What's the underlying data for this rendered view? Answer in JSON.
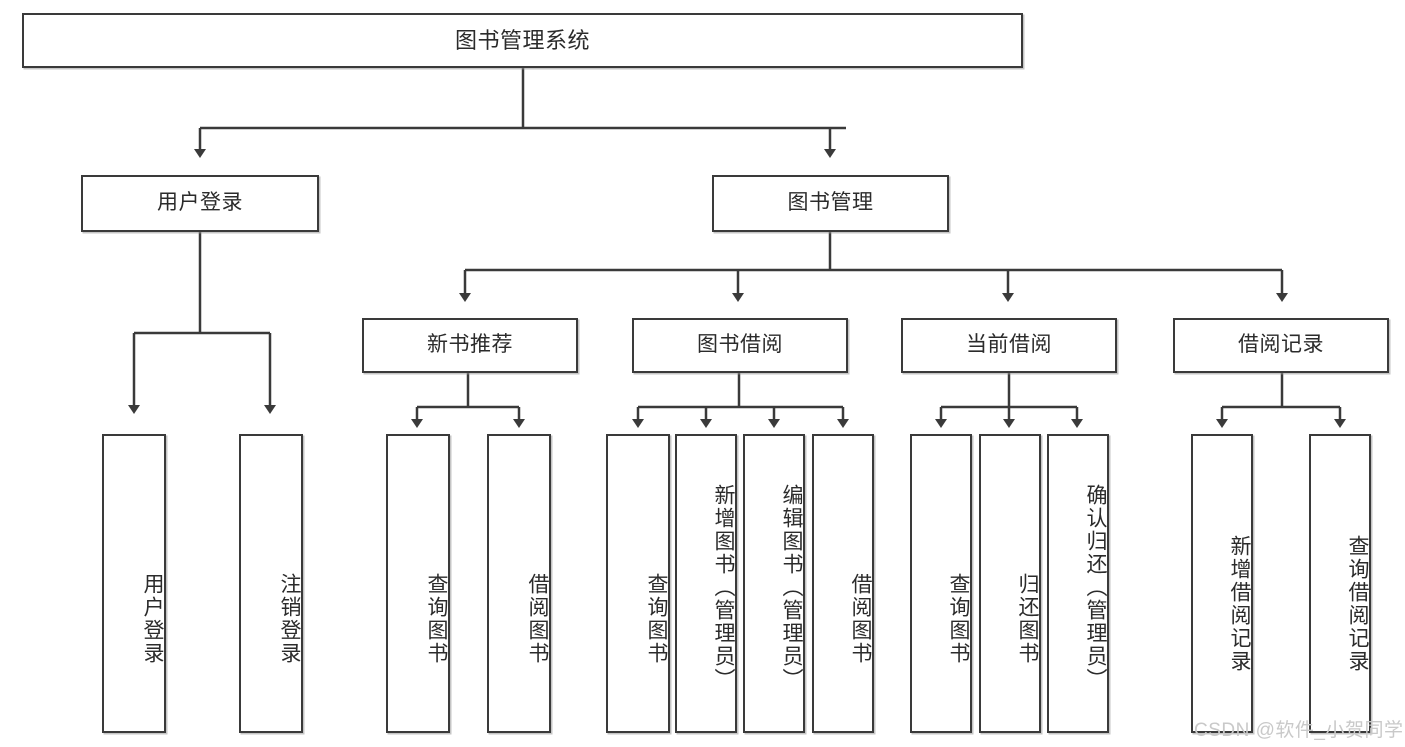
{
  "diagram": {
    "title": "图书管理系统",
    "type": "tree-hierarchy",
    "watermark": "CSDN @软件_小贺同学",
    "colors": {
      "stroke": "#3a3a3a",
      "text": "#2b2b2b",
      "background": "#ffffff",
      "watermark": "#c9c9c9"
    },
    "nodes": {
      "root": {
        "label": "图书管理系统"
      },
      "level2": [
        {
          "id": "user-login",
          "label": "用户登录"
        },
        {
          "id": "book-management",
          "label": "图书管理"
        }
      ],
      "level3": [
        {
          "id": "new-book-recommend",
          "label": "新书推荐"
        },
        {
          "id": "book-borrow",
          "label": "图书借阅"
        },
        {
          "id": "current-borrow",
          "label": "当前借阅"
        },
        {
          "id": "borrow-record",
          "label": "借阅记录"
        }
      ],
      "leaves_user_login": [
        {
          "id": "leaf-user-login",
          "label": "用户登录"
        },
        {
          "id": "leaf-logout",
          "label": "注销登录"
        }
      ],
      "leaves_new_book_recommend": [
        {
          "id": "leaf-query-book-1",
          "label": "查询图书"
        },
        {
          "id": "leaf-borrow-book-1",
          "label": "借阅图书"
        }
      ],
      "leaves_book_borrow": [
        {
          "id": "leaf-query-book-2",
          "label": "查询图书"
        },
        {
          "id": "leaf-add-book",
          "label": "新增图书（管理员）"
        },
        {
          "id": "leaf-edit-book",
          "label": "编辑图书（管理员）"
        },
        {
          "id": "leaf-borrow-book-2",
          "label": "借阅图书"
        }
      ],
      "leaves_current_borrow": [
        {
          "id": "leaf-query-book-3",
          "label": "查询图书"
        },
        {
          "id": "leaf-return-book",
          "label": "归还图书"
        },
        {
          "id": "leaf-confirm-return",
          "label": "确认归还（管理员）"
        }
      ],
      "leaves_borrow_record": [
        {
          "id": "leaf-add-record",
          "label": "新增借阅记录"
        },
        {
          "id": "leaf-query-record",
          "label": "查询借阅记录"
        }
      ]
    }
  }
}
